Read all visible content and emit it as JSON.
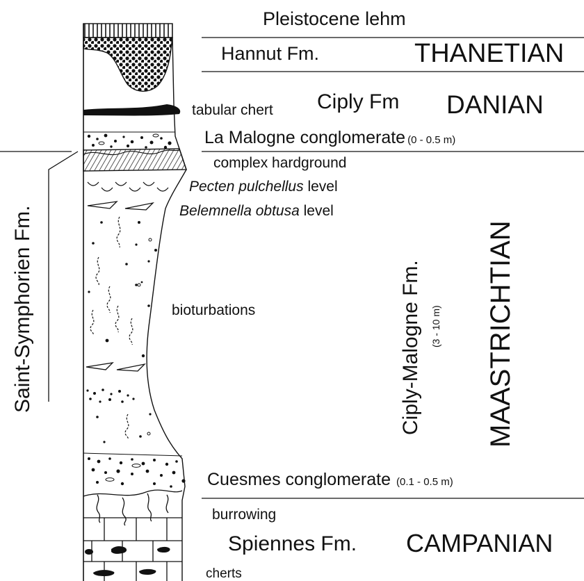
{
  "top_label": "Pleistocene lehm",
  "layers": {
    "hannut": {
      "formation": "Hannut Fm.",
      "stage": "THANETIAN"
    },
    "ciply": {
      "note": "tabular chert",
      "formation": "Ciply Fm",
      "stage": "DANIAN"
    },
    "la_malogne": {
      "name": "La Malogne conglomerate",
      "thickness": "(0 - 0.5 m)"
    },
    "hardground": "complex hardground",
    "pecten": {
      "taxon": "Pecten pulchellus",
      "suffix": "level"
    },
    "belemnella": {
      "taxon": "Belemnella obtusa",
      "suffix": "level"
    },
    "bioturbations": "bioturbations",
    "ciply_malogne": {
      "formation": "Ciply-Malogne Fm.",
      "thickness": "(3 - 10 m)",
      "stage": "MAASTRICHTIAN"
    },
    "cuesmes": {
      "name": "Cuesmes conglomerate",
      "thickness": "(0.1 - 0.5 m)"
    },
    "burrowing": "burrowing",
    "spiennes": {
      "formation": "Spiennes Fm.",
      "stage": "CAMPANIAN"
    },
    "cherts": "cherts"
  },
  "side_label": "Saint-Symphorien Fm.",
  "colors": {
    "ink": "#111111",
    "background": "#ffffff"
  }
}
